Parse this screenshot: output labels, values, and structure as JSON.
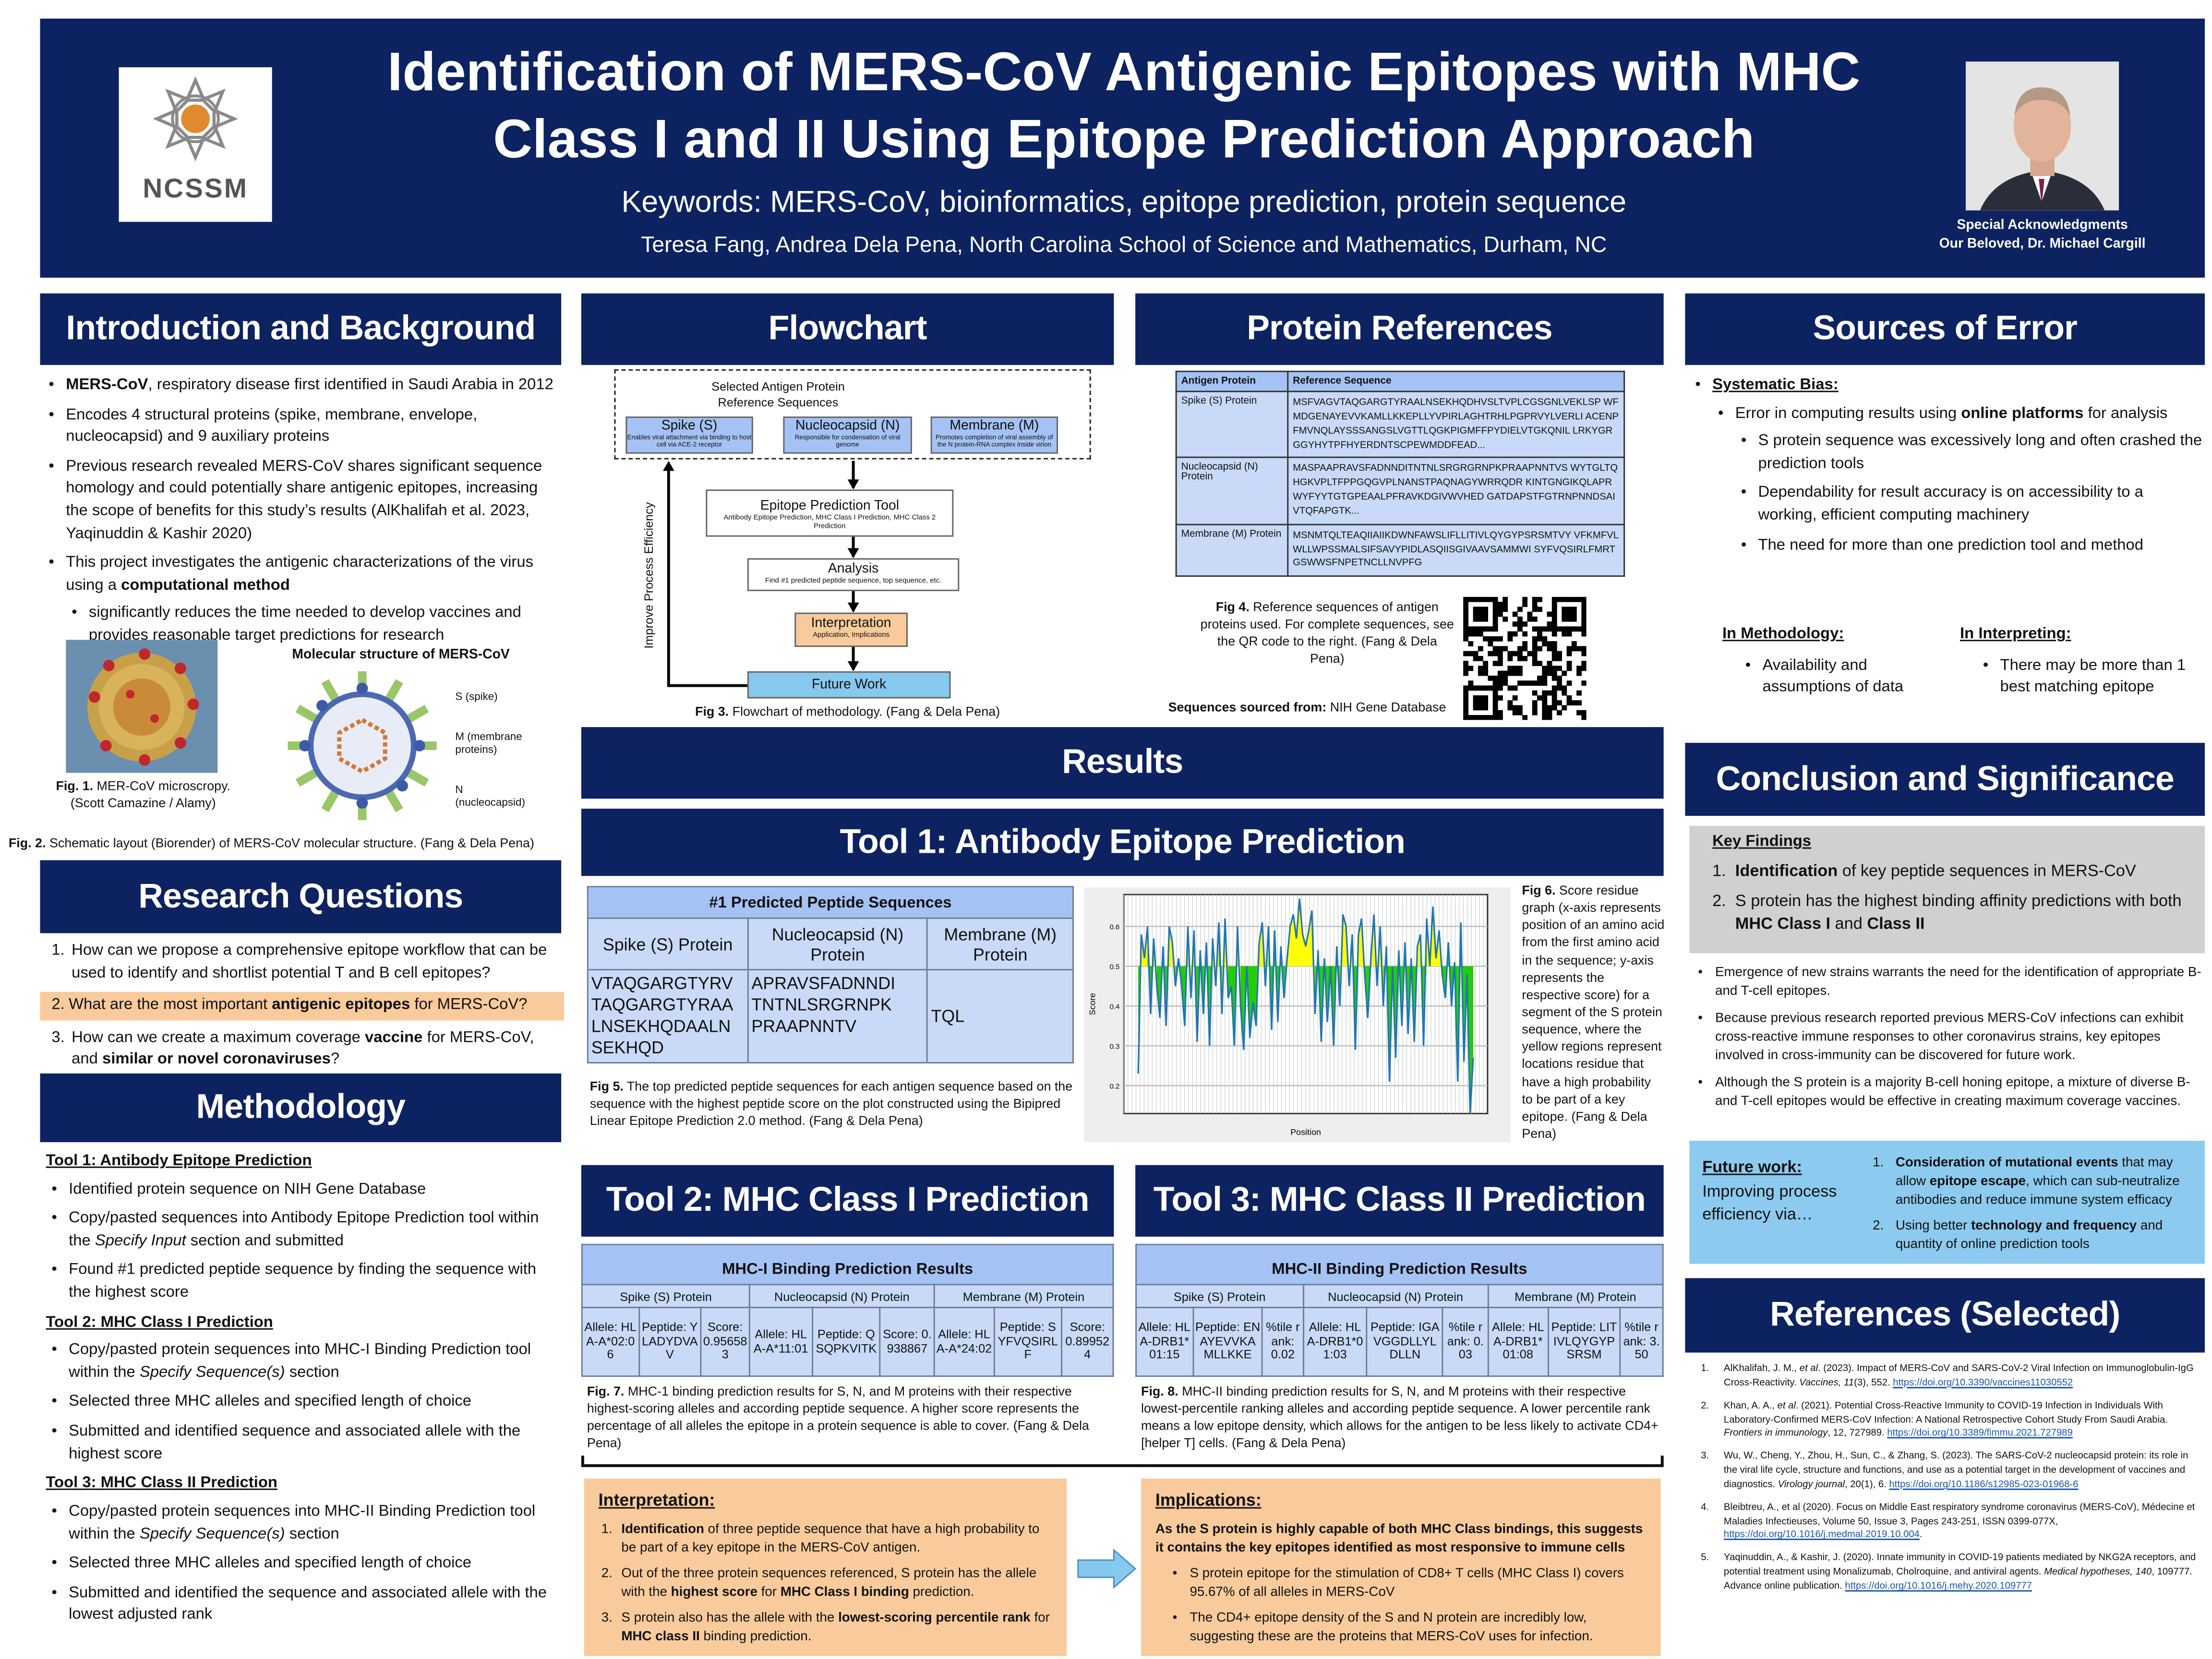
{
  "colors": {
    "navy": "#0d2260",
    "table_header": "#a4c2f4",
    "table_cell": "#c9daf8",
    "peach": "#f9cb9c",
    "future_blue": "#8ccbef",
    "gray": "#d0d0d0"
  },
  "header": {
    "logo_text": "NCSSM",
    "title_line1": "Identification of MERS-CoV Antigenic Epitopes with MHC",
    "title_line2": "Class I and II Using Epitope Prediction Approach",
    "keywords": "Keywords: MERS-CoV, bioinformatics, epitope prediction, protein sequence",
    "authors": "Teresa Fang, Andrea Dela Pena, North Carolina School of Science and Mathematics, Durham, NC",
    "ack_title": "Special Acknowledgments",
    "ack_name": "Our Beloved, Dr. Michael Cargill"
  },
  "intro": {
    "title": "Introduction and Background",
    "bullets": [
      [
        [
          "MERS-CoV",
          "b"
        ],
        [
          ", respiratory disease first identified in Saudi Arabia in 2012",
          ""
        ]
      ],
      [
        [
          "Encodes 4 structural proteins (spike, membrane, envelope, nucleocapsid) and 9 auxiliary proteins",
          ""
        ]
      ],
      [
        [
          "Previous research revealed MERS-CoV shares significant sequence homology and could potentially share antigenic epitopes, increasing the scope of benefits for this study’s results (AlKhalifah et al. 2023, Yaqinuddin & Kashir 2020)",
          ""
        ]
      ],
      [
        [
          "This project investigates the antigenic characterizations of the virus using a ",
          ""
        ],
        [
          "computational method",
          "b"
        ]
      ]
    ],
    "sub_bullet": "significantly reduces the time needed to develop vaccines and provides reasonable target predictions for research",
    "fig1_caption": [
      [
        "Fig. 1.",
        "b"
      ],
      [
        " MER-CoV microscropy. (Scott Camazine / Alamy)",
        ""
      ]
    ],
    "structure_title": "Molecular structure of MERS-CoV",
    "structure_labels": {
      "s": "S (spike)",
      "m": "M (membrane proteins)",
      "n": "N (nucleocapsid)"
    },
    "fig2_caption": [
      [
        "Fig. 2.",
        "b"
      ],
      [
        " Schematic layout (Biorender) of MERS-CoV molecular structure. (Fang & Dela Pena)",
        ""
      ]
    ]
  },
  "research": {
    "title": "Research Questions",
    "items": [
      [
        [
          "How can we propose a comprehensive epitope workflow that can be used to identify and shortlist potential T and B cell epitopes?",
          ""
        ]
      ],
      [
        [
          "What are the most important ",
          ""
        ],
        [
          "antigenic epitopes",
          "b"
        ],
        [
          " for MERS-CoV?",
          ""
        ]
      ],
      [
        [
          "How can we create a maximum coverage ",
          ""
        ],
        [
          "vaccine",
          "b"
        ],
        [
          " for MERS-CoV, and ",
          ""
        ],
        [
          "similar or novel coronaviruses",
          "b"
        ],
        [
          "?",
          ""
        ]
      ]
    ]
  },
  "methodology": {
    "title": "Methodology",
    "groups": [
      {
        "heading": "Tool 1: Antibody Epitope Prediction",
        "bullets": [
          [
            [
              "Identified protein sequence on NIH Gene Database",
              ""
            ]
          ],
          [
            [
              "Copy/pasted sequences into Antibody Epitope Prediction tool within the ",
              ""
            ],
            [
              "Specify Input",
              "i"
            ],
            [
              " section and submitted",
              ""
            ]
          ],
          [
            [
              "Found #1 predicted peptide sequence by finding the sequence with the highest score",
              ""
            ]
          ]
        ]
      },
      {
        "heading": "Tool 2: MHC Class I Prediction",
        "bullets": [
          [
            [
              "Copy/pasted protein sequences into MHC-I Binding Prediction tool within the ",
              ""
            ],
            [
              "Specify Sequence(s)",
              "i"
            ],
            [
              " section",
              ""
            ]
          ],
          [
            [
              "Selected three MHC alleles and specified length of choice",
              ""
            ]
          ],
          [
            [
              "Submitted and identified sequence and associated allele with the highest score",
              ""
            ]
          ]
        ]
      },
      {
        "heading": "Tool 3: MHC Class II Prediction",
        "bullets": [
          [
            [
              "Copy/pasted protein sequences into MHC-II Binding Prediction tool within the ",
              ""
            ],
            [
              "Specify Sequence(s)",
              "i"
            ],
            [
              " section",
              ""
            ]
          ],
          [
            [
              "Selected three MHC alleles and specified length of choice",
              ""
            ]
          ],
          [
            [
              "Submitted and identified the sequence and associated allele with the lowest adjusted rank",
              ""
            ]
          ]
        ]
      }
    ]
  },
  "flowchart": {
    "title": "Flowchart",
    "group_label": "Selected Antigen Protein Reference Sequences",
    "proteins": [
      {
        "name": "Spike (S)",
        "desc": "Enables viral attachment via binding to host cell via ACE-2 receptor"
      },
      {
        "name": "Nucleocapsid (N)",
        "desc": "Responsible for condensation of viral genome"
      },
      {
        "name": "Membrane (M)",
        "desc": "Promotes completion of viral assembly of the N protein-RNA complex inside virion"
      }
    ],
    "steps": [
      {
        "name": "Epitope Prediction Tool",
        "desc": "Antibody Epitope Prediction, MHC Class I Prediction, MHC Class 2 Prediction"
      },
      {
        "name": "Analysis",
        "desc": "Find #1 predicted peptide sequence, top sequence, etc."
      },
      {
        "name": "Interpretation",
        "desc": "Application, Implications"
      },
      {
        "name": "Future Work",
        "desc": ""
      }
    ],
    "loop_label": "Improve Process Efficiency",
    "caption": [
      [
        "Fig 3.",
        "b"
      ],
      [
        " Flowchart of methodology. (Fang & Dela Pena)",
        ""
      ]
    ]
  },
  "protein_refs": {
    "title": "Protein References",
    "headers": [
      "Antigen Protein",
      "Reference Sequence"
    ],
    "rows": [
      {
        "protein": "Spike (S) Protein",
        "seq": "MSFVAGVTAQGARGTYRAALNSEKHQDHVSLTVPLCGSGNLVEKLSP WFMDGENAYEVVKAMLLKKEPLLYVPIRLAGHTRHLPGPRVYLVERLI ACENPFMVNQLAYSSSANGSLVGTTLQGKPIGMFFPYDIELVTGKQNIL LRKYGRGGYHYTPFHYERDNTSCPEWMDDFEAD..."
      },
      {
        "protein": "Nucleocapsid (N) Protein",
        "seq": "MASPAAPRAVSFADNNDITNTNLSRGRGRNPKPRAAPNNTVS WYTGLTQHGKVPLTFPPGQGVPLNANSTPAQNAGYWRRQDR KINTGNGIKQLAPRWYFYYTGTGPEAALPFRAVKDGIVWVHED GATDAPSTFGTRNPNNDSAIVTQFAPGTK..."
      },
      {
        "protein": "Membrane (M) Protein",
        "seq": "MSNMTQLTEAQIIAIIKDWNFAWSLIFLLITIVLQYGYPSRSMTVY VFKMFVLWLLWPSSMALSIFSAVYPIDLASQIISGIVAAVSAMMWI SYFVQSIRLFMRTGSWWSFNPETNCLLNVPFG"
      }
    ],
    "caption": [
      [
        "Fig 4.",
        "b"
      ],
      [
        " Reference sequences of antigen proteins used. For complete sequences, see the QR code to the right. (Fang & Dela Pena)",
        ""
      ]
    ],
    "source": [
      [
        "Sequences sourced from:",
        "b"
      ],
      [
        " NIH Gene Database",
        ""
      ]
    ]
  },
  "results": {
    "title": "Results"
  },
  "tool1": {
    "title": "Tool 1: Antibody Epitope Prediction",
    "table_title": "#1 Predicted Peptide Sequences",
    "columns": [
      "Spike (S) Protein",
      "Nucleocapsid (N) Protein",
      "Membrane (M) Protein"
    ],
    "values": [
      [
        "VTAQGARGTYRV",
        "TAQGARGTYRAA",
        "LNSEKHQDAALN",
        "SEKHQD"
      ],
      [
        "APRAVSFADNNDI",
        "TNTNLSRGRNPK",
        "PRAAPNNTV"
      ],
      [
        "TQL"
      ]
    ],
    "fig5_caption": [
      [
        "Fig 5.",
        "b"
      ],
      [
        " The top predicted peptide sequences for each antigen sequence based on the sequence with the highest peptide score on the plot constructed using the Bipipred Linear Epitope Prediction 2.0 method. (Fang & Dela Pena)",
        ""
      ]
    ],
    "fig6_caption": [
      [
        "Fig 6.",
        "b"
      ],
      [
        " Score residue graph (x-axis represents position of an amino acid from the first amino acid in the sequence; y-axis represents the respective score) for a segment of the S protein sequence, where the yellow regions represent locations residue that have a high probability to be part of a key epitope. (Fang & Dela Pena)",
        ""
      ]
    ]
  },
  "chart_data": {
    "type": "line",
    "title": "",
    "xlabel": "Position",
    "ylabel": "Score",
    "ylim": [
      0.13,
      0.68
    ],
    "yticks": [
      0.2,
      0.3,
      0.4,
      0.5,
      0.5,
      0.6
    ],
    "ytick_labels": [
      "0.2",
      "0.3",
      "0.4",
      "0.5",
      "0.6"
    ],
    "threshold": 0.5,
    "grid": true,
    "fill_above_color": "#ffff00",
    "fill_below_color": "#22cc00",
    "line_color": "#1f77b4",
    "values": [
      0.23,
      0.58,
      0.52,
      0.6,
      0.38,
      0.57,
      0.45,
      0.37,
      0.55,
      0.35,
      0.6,
      0.56,
      0.45,
      0.52,
      0.45,
      0.35,
      0.6,
      0.42,
      0.59,
      0.31,
      0.54,
      0.38,
      0.56,
      0.3,
      0.57,
      0.45,
      0.61,
      0.38,
      0.62,
      0.42,
      0.45,
      0.3,
      0.6,
      0.4,
      0.29,
      0.5,
      0.32,
      0.41,
      0.35,
      0.56,
      0.61,
      0.45,
      0.6,
      0.34,
      0.59,
      0.36,
      0.55,
      0.42,
      0.52,
      0.6,
      0.63,
      0.57,
      0.67,
      0.58,
      0.55,
      0.59,
      0.64,
      0.38,
      0.54,
      0.31,
      0.52,
      0.36,
      0.5,
      0.3,
      0.55,
      0.4,
      0.63,
      0.6,
      0.45,
      0.58,
      0.29,
      0.58,
      0.62,
      0.48,
      0.37,
      0.52,
      0.63,
      0.45,
      0.6,
      0.4,
      0.55,
      0.21,
      0.5,
      0.27,
      0.54,
      0.35,
      0.56,
      0.33,
      0.52,
      0.31,
      0.55,
      0.58,
      0.3,
      0.62,
      0.5,
      0.65,
      0.52,
      0.59,
      0.48,
      0.42,
      0.56,
      0.4,
      0.51,
      0.21,
      0.61,
      0.26,
      0.48,
      0.13,
      0.27
    ]
  },
  "tool2": {
    "title": "Tool 2: MHC Class I Prediction",
    "table_title": "MHC-I Binding Prediction Results",
    "groups": [
      {
        "name": "Spike (S) Protein",
        "allele": "Allele: HLA-A*02:06",
        "peptide": "Peptide: YLADYDVAV",
        "value": "Score: 0.956583"
      },
      {
        "name": "Nucleocapsid (N) Protein",
        "allele": "Allele: HLA-A*11:01",
        "peptide": "Peptide: QSQPKVITK",
        "value": "Score: 0.938867"
      },
      {
        "name": "Membrane (M) Protein",
        "allele": "Allele: HLA-A*24:02",
        "peptide": "Peptide: SYFVQSIRLF",
        "value": "Score: 0.899524"
      }
    ],
    "caption": [
      [
        "Fig. 7.",
        "b"
      ],
      [
        " MHC-1 binding prediction results for S, N, and M proteins with their respective highest-scoring alleles and according peptide sequence. A higher score represents the percentage of all alleles the epitope in a protein sequence is able to cover. (Fang & Dela Pena)",
        ""
      ]
    ]
  },
  "tool3": {
    "title": "Tool 3: MHC Class II Prediction",
    "table_title": "MHC-II Binding Prediction Results",
    "groups": [
      {
        "name": "Spike (S) Protein",
        "allele": "Allele: HLA-DRB1*01:15",
        "peptide": "Peptide: ENAYEVVKAMLLKKE",
        "value": "%tile rank: 0.02"
      },
      {
        "name": "Nucleocapsid (N) Protein",
        "allele": "Allele: HLA-DRB1*01:03",
        "peptide": "Peptide: IGAVGGDLLYLDLLN",
        "value": "%tile rank: 0.03"
      },
      {
        "name": "Membrane (M) Protein",
        "allele": "Allele: HLA-DRB1*01:08",
        "peptide": "Peptide: LITIVLQYGYPSRSM",
        "value": "%tile rank: 3.50"
      }
    ],
    "caption": [
      [
        "Fig. 8.",
        "b"
      ],
      [
        " MHC-II binding prediction results for S, N, and M proteins with their respective lowest-percentile ranking alleles and according peptide sequence. A lower percentile rank means a low epitope density, which allows for the antigen to be less likely to activate CD4+ [helper T] cells. (Fang & Dela Pena)",
        ""
      ]
    ]
  },
  "interpretation": {
    "title": "Interpretation:",
    "items": [
      [
        [
          "Identification",
          "b"
        ],
        [
          " of three peptide sequence that have a high probability to be part of a key epitope in the MERS-CoV antigen.",
          ""
        ]
      ],
      [
        [
          "Out of the three protein sequences referenced, S protein has the allele with the ",
          ""
        ],
        [
          "highest score",
          "b"
        ],
        [
          " for ",
          ""
        ],
        [
          "MHC Class I binding",
          "b"
        ],
        [
          " prediction.",
          ""
        ]
      ],
      [
        [
          "S protein also has the allele with the ",
          ""
        ],
        [
          "lowest-scoring percentile rank",
          "b"
        ],
        [
          " for ",
          ""
        ],
        [
          "MHC class II",
          "b"
        ],
        [
          " binding prediction.",
          ""
        ]
      ]
    ]
  },
  "implications": {
    "title": "Implications:",
    "intro": "As the S protein is highly capable of both MHC Class bindings, this suggests it contains the key epitopes identified as most responsive to immune cells",
    "bullets": [
      [
        [
          "S protein epitope for the stimulation of CD8+ T cells (MHC Class I) covers 95.67% of all alleles in MERS-CoV",
          ""
        ]
      ],
      [
        [
          "The CD4+ epitope density of the S and N protein are incredibly low, suggesting these are the proteins that MERS-CoV uses for infection.",
          ""
        ]
      ]
    ]
  },
  "sources": {
    "title": "Sources of Error",
    "systematic": "Systematic Bias:",
    "main_bullet": [
      [
        "Error in computing results using ",
        ""
      ],
      [
        "online platforms",
        "b"
      ],
      [
        " for analysis",
        ""
      ]
    ],
    "sub_bullets": [
      "S protein sequence was excessively long and often crashed the prediction tools",
      "Dependability for result accuracy is on accessibility to a working, efficient computing machinery",
      "The need for more than one prediction tool and method"
    ],
    "methodology_label": "In Methodology:",
    "methodology_item": "Availability and assumptions of data",
    "interpreting_label": "In Interpreting:",
    "interpreting_item": "There may be more than 1 best matching epitope"
  },
  "conclusion": {
    "title": "Conclusion and Significance",
    "key_label": "Key Findings",
    "findings": [
      [
        [
          "Identification",
          "b"
        ],
        [
          " of key peptide sequences in MERS-CoV",
          ""
        ]
      ],
      [
        [
          "S protein has the highest binding affinity predictions with both ",
          ""
        ],
        [
          "MHC Class I",
          "b"
        ],
        [
          " and ",
          ""
        ],
        [
          "Class II",
          "b"
        ]
      ]
    ],
    "bullets": [
      "Emergence of new strains warrants the need for the identification of appropriate B- and T-cell epitopes.",
      "Because previous research reported previous MERS-CoV infections can exhibit cross-reactive immune responses to other coronavirus strains, key epitopes involved in cross-immunity can be discovered for future work.",
      "Although the S protein is a majority B-cell honing epitope, a mixture of diverse B- and T-cell epitopes would be effective in creating maximum coverage vaccines."
    ],
    "future_label": "Future work:",
    "future_sub": "Improving process efficiency via…",
    "future_items": [
      [
        [
          "Consideration of mutational events",
          "b"
        ],
        [
          " that may allow ",
          ""
        ],
        [
          "epitope escape",
          "b"
        ],
        [
          ", which can sub-neutralize antibodies and reduce immune system efficacy",
          ""
        ]
      ],
      [
        [
          "Using better ",
          ""
        ],
        [
          "technology and frequency",
          "b"
        ],
        [
          " and quantity of online prediction tools",
          ""
        ]
      ]
    ]
  },
  "references": {
    "title": "References (Selected)",
    "items": [
      [
        [
          "AlKhalifah, J. M., ",
          ""
        ],
        [
          "et al",
          "i"
        ],
        [
          ". (2023). Impact of MERS-CoV and SARS-CoV-2 Viral Infection on Immunoglobulin-IgG Cross-Reactivity. ",
          ""
        ],
        [
          "Vaccines, 11",
          "i"
        ],
        [
          "(3), 552. ",
          ""
        ],
        [
          "https://doi.org/10.3390/vaccines11030552",
          "a"
        ]
      ],
      [
        [
          "Khan, A. A., ",
          ""
        ],
        [
          "et al",
          "i"
        ],
        [
          ". (2021). Potential Cross-Reactive Immunity to COVID-19 Infection in Individuals With Laboratory-Confirmed MERS-CoV Infection: A National Retrospective Cohort Study From Saudi Arabia. ",
          ""
        ],
        [
          "Frontiers in immunology",
          "i"
        ],
        [
          ", 12, 727989. ",
          ""
        ],
        [
          "https://doi.org/10.3389/fimmu.2021.727989",
          "a"
        ]
      ],
      [
        [
          "Wu, W., Cheng, Y., Zhou, H., Sun, C., & Zhang, S. (2023). The SARS-CoV-2 nucleocapsid protein: its role in the viral life cycle, structure and functions, and use as a potential target in the development of vaccines and diagnostics. ",
          ""
        ],
        [
          "Virology journal",
          "i"
        ],
        [
          ", 20(1), 6. ",
          ""
        ],
        [
          "https://doi.org/10.1186/s12985-023-01968-6",
          "a"
        ]
      ],
      [
        [
          "Bleibtreu, A., et al (2020). Focus on Middle East respiratory syndrome coronavirus (MERS-CoV), Médecine et Maladies Infectieuses, Volume 50, Issue 3, Pages 243-251, ISSN 0399-077X, ",
          ""
        ],
        [
          "https://doi.org/10.1016/j.medmal.2019.10.004",
          "a"
        ],
        [
          ".",
          ""
        ]
      ],
      [
        [
          "Yaqinuddin, A., & Kashir, J. (2020). Innate immunity in COVID-19 patients mediated by NKG2A receptors, and potential treatment using Monalizumab, Cholroquine, and antiviral agents. ",
          ""
        ],
        [
          "Medical hypotheses, 140",
          "i"
        ],
        [
          ", 109777. Advance online publication. ",
          ""
        ],
        [
          "https://doi.org/10.1016/j.mehy.2020.109777",
          "a"
        ]
      ]
    ]
  }
}
